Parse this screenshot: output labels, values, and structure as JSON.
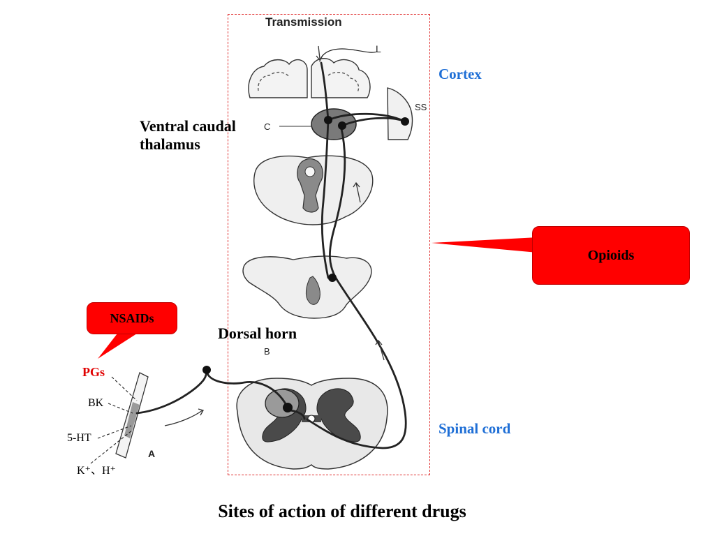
{
  "figure": {
    "header": "Transmission",
    "caption": "Sites of action of different drugs"
  },
  "letters": {
    "L": "L",
    "SS": "SS",
    "C": "C",
    "B": "B",
    "A": "A"
  },
  "regions": {
    "cortex": "Cortex",
    "thalamus_line1": "Ventral caudal",
    "thalamus_line2": "thalamus",
    "dorsal_horn": "Dorsal horn",
    "spinal_cord": "Spinal cord"
  },
  "callouts": {
    "opioids": "Opioids",
    "nsaids": "NSAIDs"
  },
  "mediators": {
    "pgs": "PGs",
    "bk": "BK",
    "ht": "5-HT",
    "ions": "K⁺、H⁺"
  },
  "colors": {
    "callout_fill": "#ff0000",
    "blue_label": "#1f6fd6",
    "pgs_red": "#e00000",
    "frame_dash": "#e03030"
  }
}
